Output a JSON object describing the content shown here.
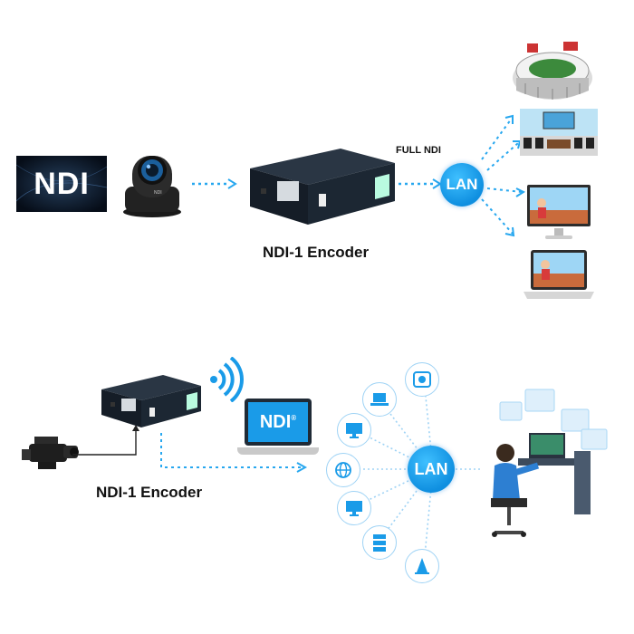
{
  "top": {
    "ndi_logo_text": "NDI",
    "full_ndi_label": "FULL NDI",
    "lan_label": "LAN",
    "encoder_caption": "NDI-1 Encoder"
  },
  "bottom": {
    "laptop_screen_text": "NDI",
    "laptop_registered": "®",
    "lan_label": "LAN",
    "encoder_caption": "NDI-1 Encoder"
  },
  "colors": {
    "accent": "#1a9be8",
    "arrow": "#27a7ef",
    "device_body": "#1c2733",
    "node_line": "#9fd3f5"
  },
  "icons": [
    "camera-icon",
    "stadium-icon",
    "conference-icon",
    "monitor-icon",
    "laptop-icon",
    "camcorder-icon",
    "wifi-icon",
    "webcam-icon",
    "globe-icon",
    "server-icon",
    "cone-icon",
    "operator-icon"
  ]
}
